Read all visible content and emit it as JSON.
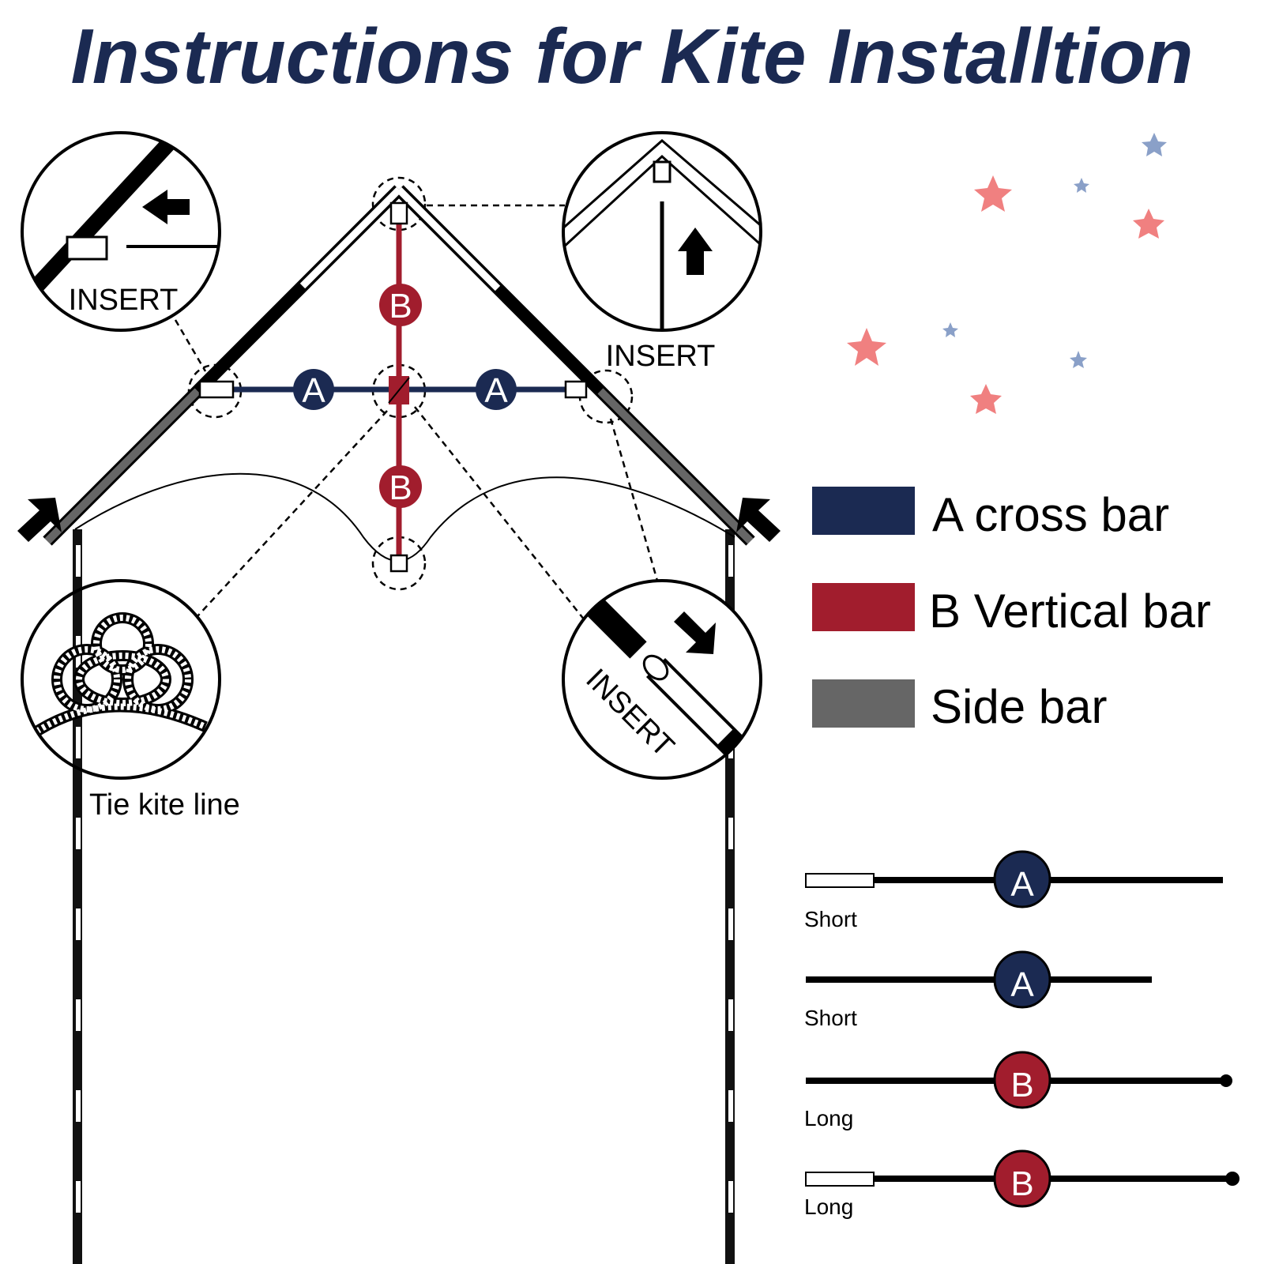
{
  "title": "Instructions for Kite Installtion",
  "colors": {
    "cross_bar": "#1b2a52",
    "vertical_bar": "#a11d2d",
    "side_bar": "#666666"
  },
  "callouts": {
    "top_left": "INSERT",
    "top_right": "INSERT",
    "bottom_right": "INSERT",
    "bottom_left": "Tie kite line"
  },
  "badges": {
    "a": "A",
    "b": "B"
  },
  "legend": [
    {
      "label": "A cross bar"
    },
    {
      "label": "B Vertical bar"
    },
    {
      "label": "Side bar"
    }
  ],
  "parts": [
    {
      "badge": "A",
      "label": "Short"
    },
    {
      "badge": "A",
      "label": "Short"
    },
    {
      "badge": "B",
      "label": "Long"
    },
    {
      "badge": "B",
      "label": "Long"
    }
  ]
}
